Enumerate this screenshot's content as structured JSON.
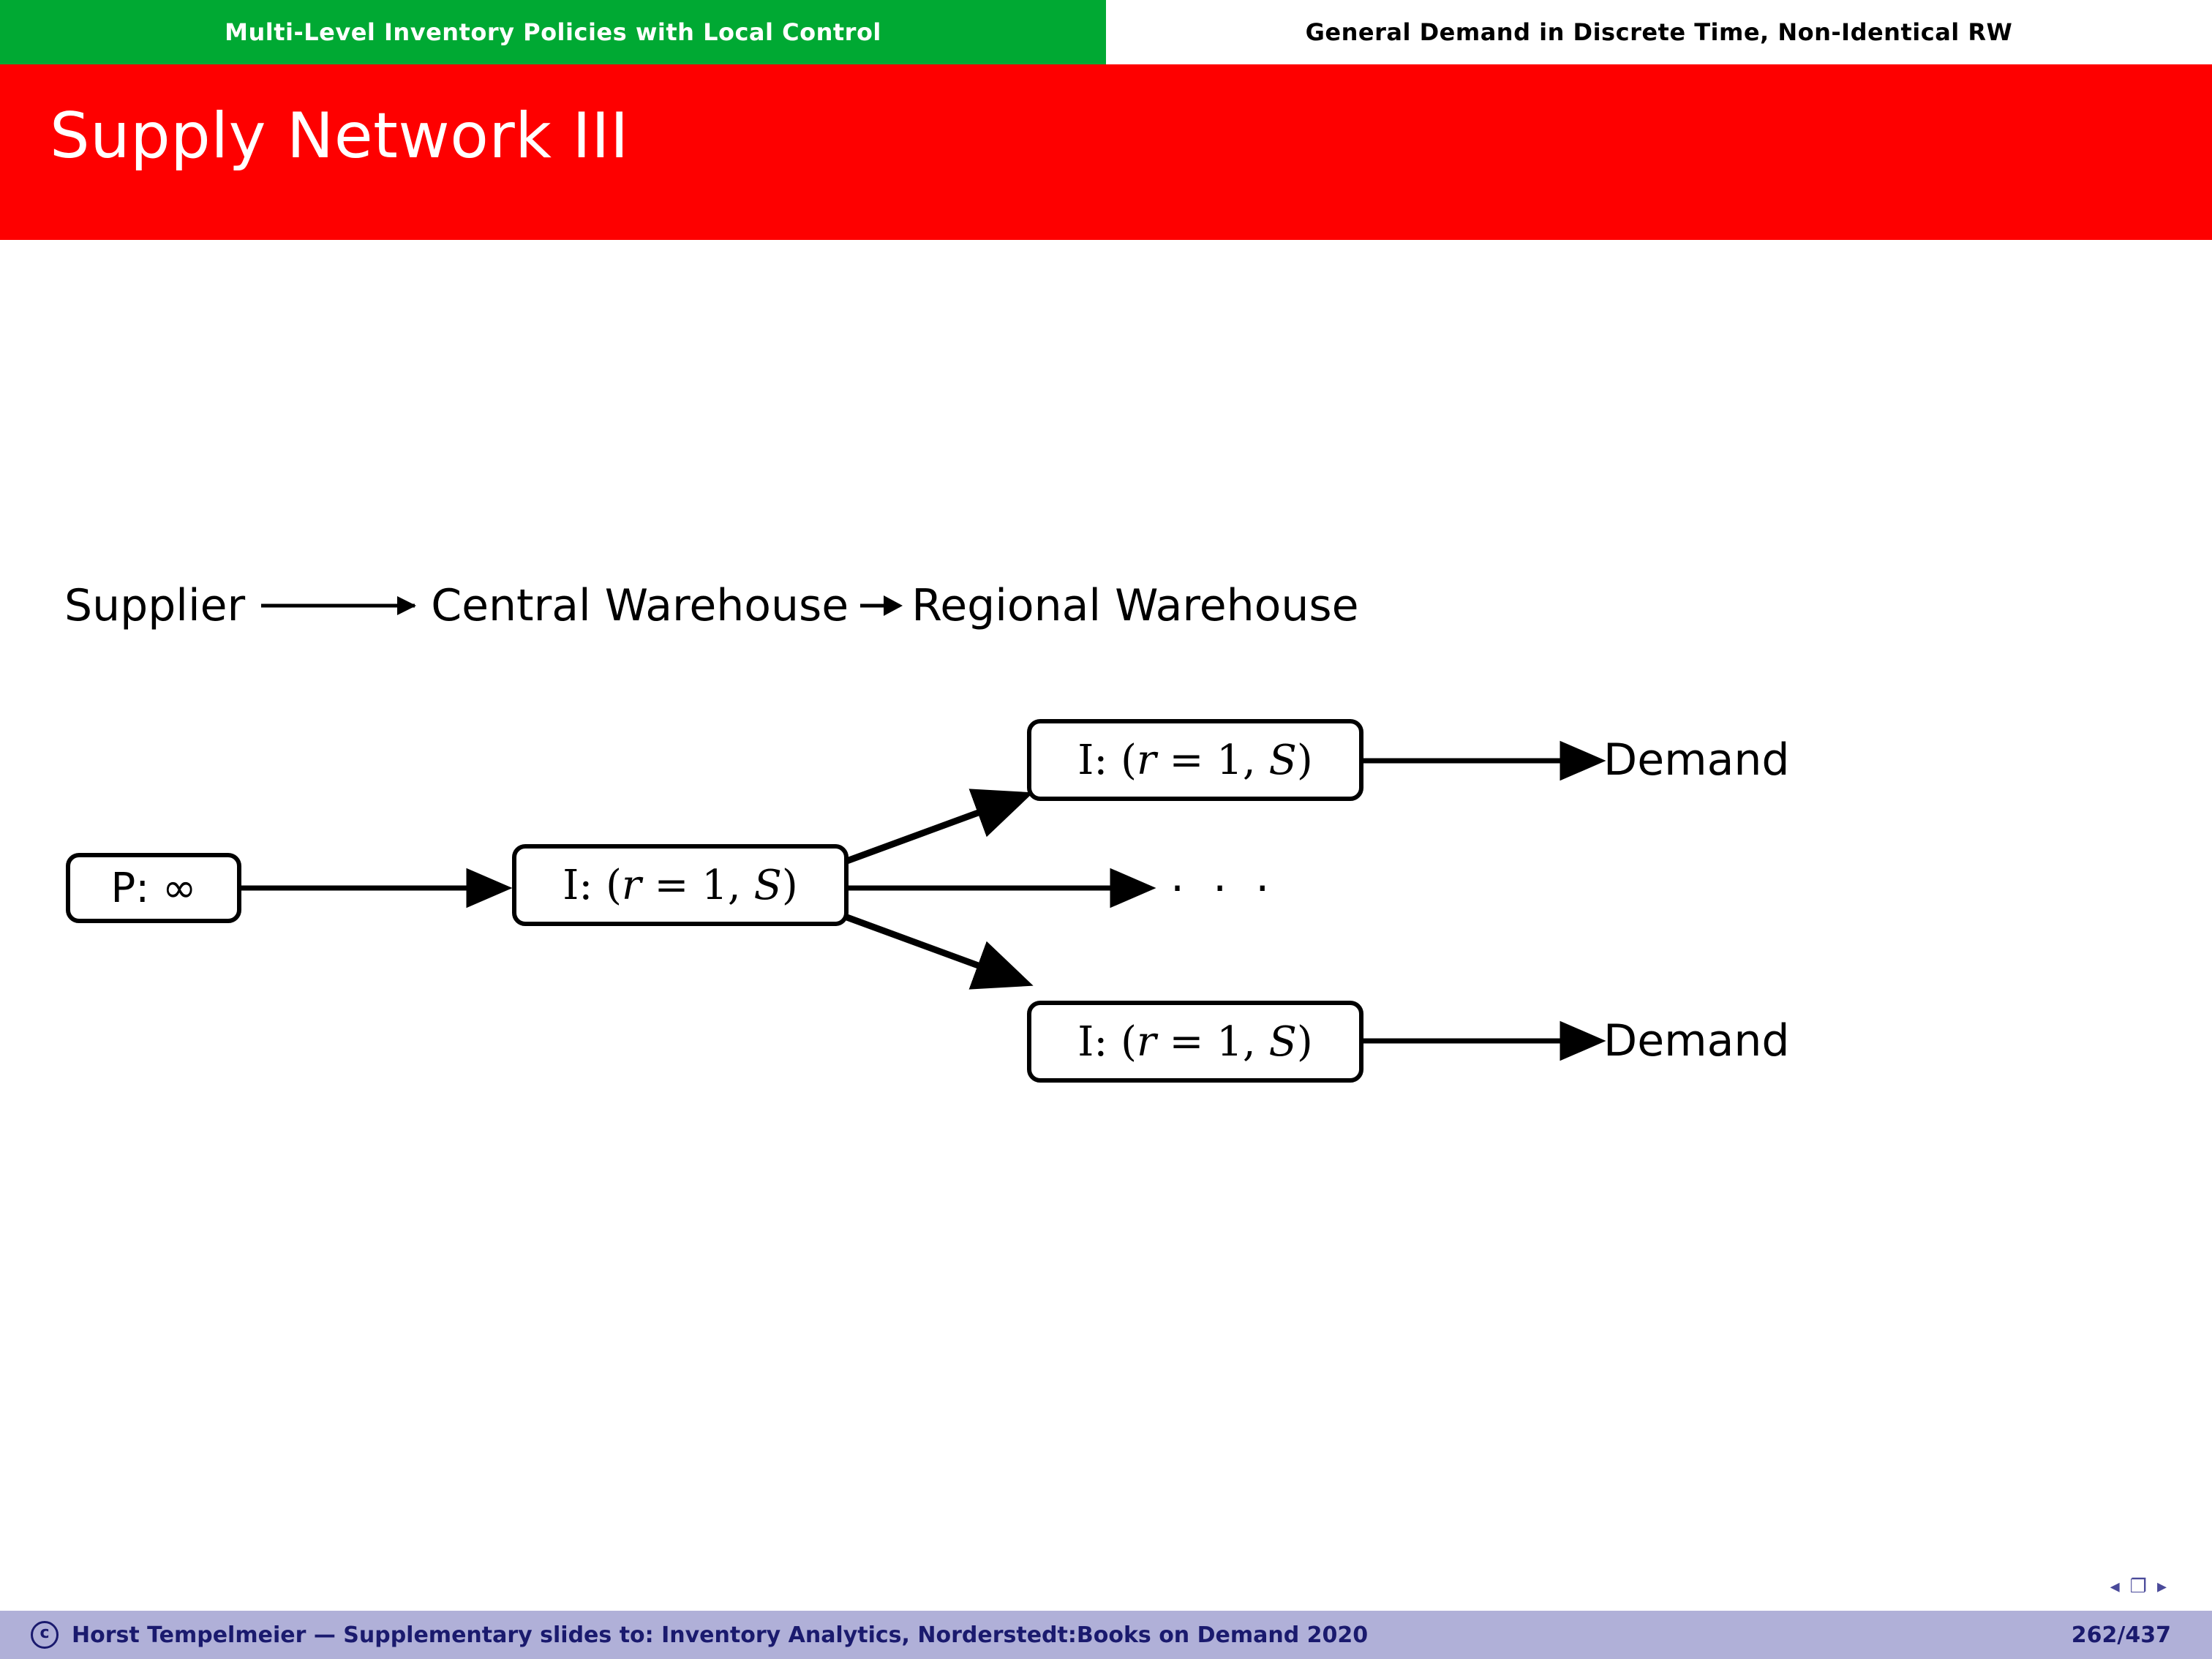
{
  "header": {
    "left_title": "Multi-Level Inventory Policies with Local Control",
    "right_title": "General Demand in Discrete Time, Non-Identical RW",
    "left_bg": "#00a933",
    "right_bg": "#ffffff"
  },
  "title_band": {
    "title": "Supply Network III",
    "bg": "#fe0000",
    "fg": "#ffffff"
  },
  "hierarchy": {
    "supplier": "Supplier",
    "central_warehouse": "Central Warehouse",
    "regional_warehouse": "Regional Warehouse"
  },
  "diagram": {
    "supplier_node": "P: ∞",
    "central_node_prefix": "I: (",
    "central_node": "I: (r = 1, S)",
    "regional_node_top": "I: (r = 1, S)",
    "regional_node_bottom": "I: (r = 1, S)",
    "ellipsis": "· · ·",
    "demand_top": "Demand",
    "demand_bottom": "Demand",
    "node_parts": {
      "label_I": "I:",
      "open": "(",
      "r": "r",
      "eq": "=",
      "one": "1,",
      "S": "S",
      "close": ")",
      "label_P": "P:",
      "infinity": "∞"
    }
  },
  "navigation": {
    "prev_icon": "◂",
    "slides_icon": "❐",
    "next_icon": "▸"
  },
  "footer": {
    "copyright_symbol": "c",
    "text": "Horst Tempelmeier — Supplementary slides to: Inventory Analytics, Norderstedt:Books on Demand 2020",
    "page": "262/437",
    "bg": "#b0b0d8",
    "fg": "#1a1a6e"
  }
}
